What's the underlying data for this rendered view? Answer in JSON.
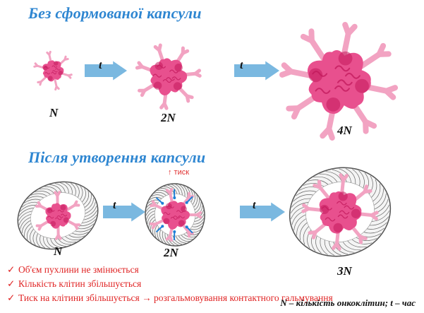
{
  "section_top": {
    "title": "Без сформованої капсули"
  },
  "section_bottom": {
    "title": "Після утворення капсули"
  },
  "stages_top": [
    "N",
    "2N",
    "4N"
  ],
  "stages_bottom": [
    "N",
    "2N",
    "3N"
  ],
  "arrow_label": "t",
  "pressure_label": "↑ тиск",
  "bullets": [
    "Об'єм пухлини не змінюється",
    "Кількість клітин збільшується",
    "Тиск на клітини збільшується → розгальмовування контактного гальмування"
  ],
  "legend": "N – кількість онкоклітин; t – час",
  "colors": {
    "title": "#2e86d1",
    "cell": "#e8508e",
    "cell_dark": "#c2185b",
    "branch": "#f2a3c2",
    "arrow": "#7ab8e0",
    "bullet_text": "#e02424"
  }
}
